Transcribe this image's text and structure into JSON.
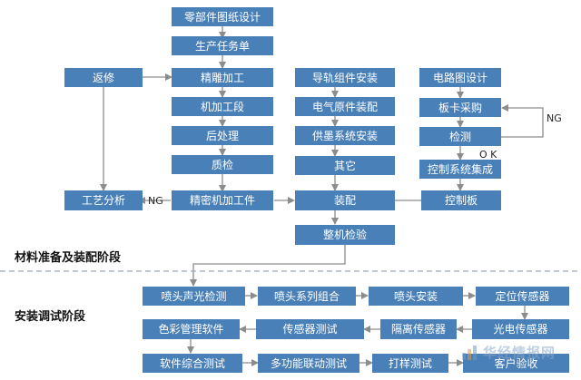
{
  "nodes": {
    "parts_drawing_design": "零部件图纸设计",
    "production_task": "生产任务单",
    "rework": "返修",
    "engraving": "精雕加工",
    "machining_section": "机加工段",
    "post_processing": "后处理",
    "quality_check": "质检",
    "process_analysis": "工艺分析",
    "precision_parts": "精密机加工件",
    "rail_assembly": "导轨组件安装",
    "electrical_assembly": "电气原件装配",
    "ink_system_install": "供墨系统安装",
    "others": "其它",
    "assembly": "装配",
    "final_inspection": "整机检验",
    "circuit_design": "电路图设计",
    "board_purchase": "板卡采购",
    "detection": "检测",
    "control_integration": "控制系统集成",
    "control_board": "控制板",
    "nozzle_acoustic_test": "喷头声光检测",
    "nozzle_series_combo": "喷头系列组合",
    "nozzle_install": "喷头安装",
    "positioning_sensor": "定位传感器",
    "color_mgmt_software": "色彩管理软件",
    "sensor_test": "传感器测试",
    "isolation_sensor": "隔离传感器",
    "photoelectric_sensor": "光电传感器",
    "software_test": "软件综合测试",
    "multifunction_test": "多功能联动测试",
    "print_sample_test": "打样测试",
    "customer_acceptance": "客户验收"
  },
  "labels": {
    "ng_left": "NG",
    "ng_right": "NG",
    "ok": "O  K"
  },
  "sections": {
    "material_assembly": "材料准备及装配阶段",
    "install_debug": "安装调试阶段"
  },
  "watermark": {
    "text": "华经情报网"
  },
  "colors": {
    "node": "#4a80b8",
    "line": "#8c8c8c",
    "divider": "#9aa8b8"
  }
}
